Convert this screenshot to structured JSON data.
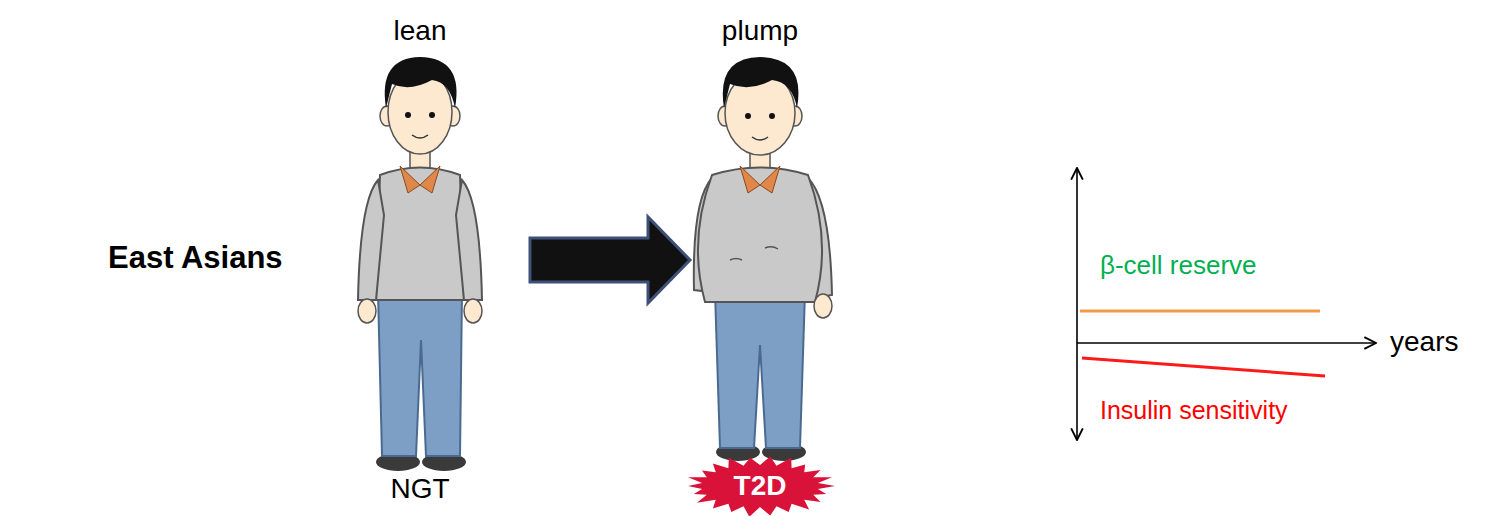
{
  "diagram": {
    "nodes": [
      {
        "text": [
          "lean",
          "NGT"
        ]
      },
      {
        "text": [
          "plump"
        ]
      },
      {
        "text": [
          "T2D"
        ],
        "in": 1
      }
    ],
    "edges": [
      {
        "from": 0,
        "to": 1,
        "arrow": "to"
      }
    ],
    "labels": [
      "East Asians",
      "β-cell reserve",
      "years",
      "Insulin sensitivity"
    ]
  }
}
